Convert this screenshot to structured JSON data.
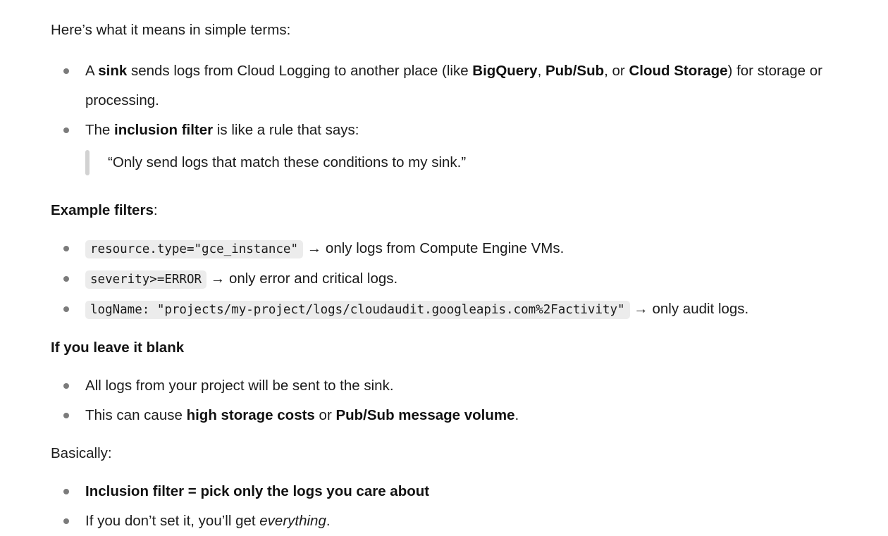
{
  "document": {
    "intro_paragraph": "Here’s what it means in simple terms:",
    "intro_list": [
      {
        "segments": [
          {
            "text": "A ",
            "style": "normal"
          },
          {
            "text": "sink",
            "style": "bold"
          },
          {
            "text": " sends logs from Cloud Logging to another place (like ",
            "style": "normal"
          },
          {
            "text": "BigQuery",
            "style": "bold"
          },
          {
            "text": ", ",
            "style": "normal"
          },
          {
            "text": "Pub/Sub",
            "style": "bold"
          },
          {
            "text": ", or ",
            "style": "normal"
          },
          {
            "text": "Cloud Storage",
            "style": "bold"
          },
          {
            "text": ") for storage or processing.",
            "style": "normal"
          }
        ]
      },
      {
        "segments": [
          {
            "text": "The ",
            "style": "normal"
          },
          {
            "text": "inclusion filter",
            "style": "bold"
          },
          {
            "text": " is like a rule that says:",
            "style": "normal"
          }
        ]
      }
    ],
    "blockquote": "“Only send logs that match these conditions to my sink.”",
    "examples_heading": "Example filters",
    "examples_heading_colon": ":",
    "example_filters": [
      {
        "code": "resource.type=\"gce_instance\"",
        "arrow": "→",
        "description": "only logs from Compute Engine VMs."
      },
      {
        "code": "severity>=ERROR",
        "arrow": "→",
        "description": "only error and critical logs."
      },
      {
        "code": "logName: \"projects/my-project/logs/cloudaudit.googleapis.com%2Factivity\"",
        "arrow": "→",
        "description": "only audit logs."
      }
    ],
    "blank_heading": "If you leave it blank",
    "blank_list": [
      {
        "segments": [
          {
            "text": "All logs from your project will be sent to the sink.",
            "style": "normal"
          }
        ]
      },
      {
        "segments": [
          {
            "text": "This can cause ",
            "style": "normal"
          },
          {
            "text": "high storage costs",
            "style": "bold"
          },
          {
            "text": " or ",
            "style": "normal"
          },
          {
            "text": "Pub/Sub message volume",
            "style": "bold"
          },
          {
            "text": ".",
            "style": "normal"
          }
        ]
      }
    ],
    "summary_paragraph": "Basically:",
    "summary_list": [
      {
        "segments": [
          {
            "text": "Inclusion filter = pick only the logs you care about",
            "style": "bold"
          }
        ]
      },
      {
        "segments": [
          {
            "text": "If you don’t set it, you’ll get ",
            "style": "normal"
          },
          {
            "text": "everything",
            "style": "italic"
          },
          {
            "text": ".",
            "style": "normal"
          }
        ]
      }
    ]
  },
  "colors": {
    "text": "#1c1c1c",
    "bullet": "#7b7b7b",
    "code_background": "#ececec",
    "quote_bar": "#d2d2d2",
    "page_background": "#ffffff"
  }
}
